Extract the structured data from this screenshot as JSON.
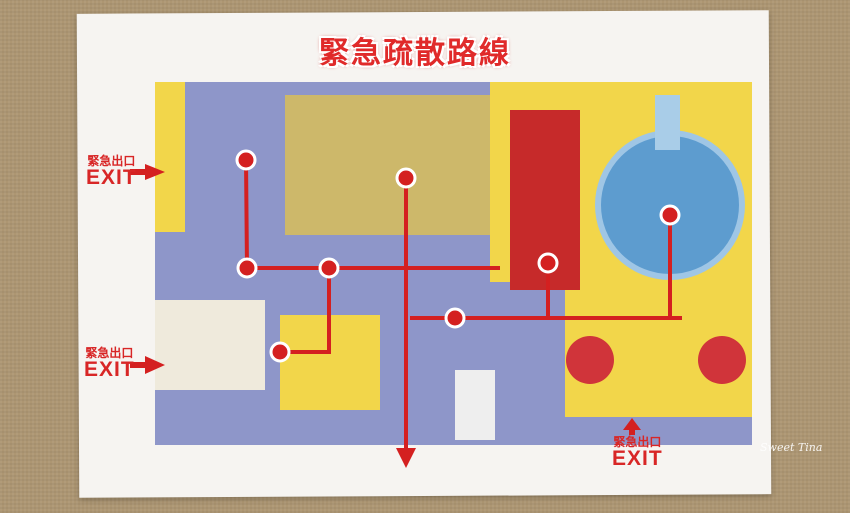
{
  "title": "緊急疏散路線",
  "exits": [
    {
      "zh": "緊急出口",
      "en": "EXIT"
    },
    {
      "zh": "緊急出口",
      "en": "EXIT"
    },
    {
      "zh": "緊急出口",
      "en": "EXIT"
    }
  ],
  "watermark": "Sweet Tina",
  "colors": {
    "route": "#d42020",
    "floor_blue": "#8e96c9",
    "floor_yellow": "#f2d64a",
    "paper": "#f6f4f1"
  }
}
